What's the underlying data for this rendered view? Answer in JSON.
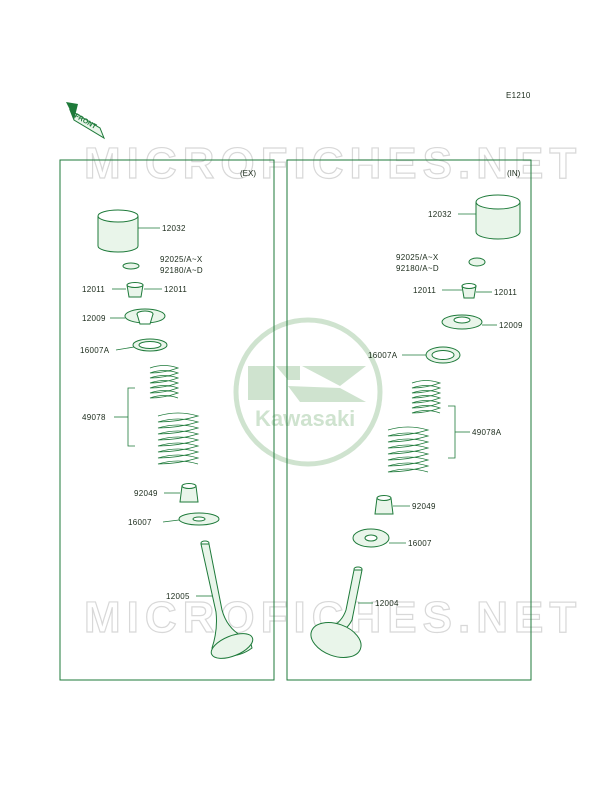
{
  "diagram_code": "E1210",
  "front_badge": "FRONT",
  "watermark": "MICROFICHES.NET",
  "logo_text": "Kawasaki",
  "left_panel": {
    "title": "(EX)",
    "labels": {
      "tappet": "12032",
      "shim_a": "92025/A~X",
      "shim_b": "92180/A~D",
      "keeper_left": "12011",
      "keeper_right": "12011",
      "retainer": "12009",
      "seat_upper": "16007A",
      "spring": "49078",
      "stem_seal": "92049",
      "seat_lower": "16007",
      "valve": "12005"
    }
  },
  "right_panel": {
    "title": "(IN)",
    "labels": {
      "tappet": "12032",
      "shim_a": "92025/A~X",
      "shim_b": "92180/A~D",
      "keeper_left": "12011",
      "keeper_right": "12011",
      "retainer": "12009",
      "seat_upper": "16007A",
      "spring": "49078A",
      "stem_seal": "92049",
      "seat_lower": "16007",
      "valve": "12004"
    }
  },
  "colors": {
    "line": "#1e7a3a",
    "frame": "#1e7a3a",
    "watermark": "#d8d8d8",
    "logo": "#cfe3cf"
  }
}
